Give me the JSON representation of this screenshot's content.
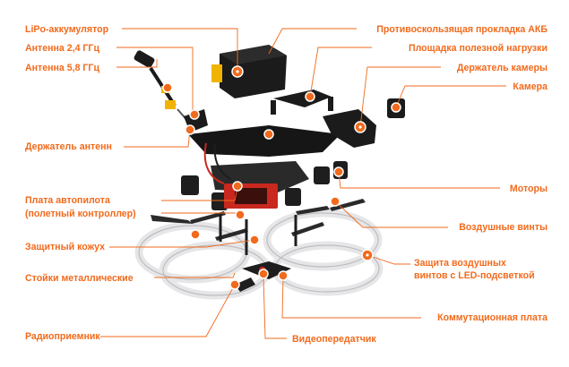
{
  "labels": {
    "lipo": "LiPo-аккумулятор",
    "ant24": "Антенна 2,4 ГГц",
    "ant58": "Антенна 5,8 ГГц",
    "ant_holder": "Держатель антенн",
    "fc_line1": "Плата автопилота",
    "fc_line2": "(полетный контроллер)",
    "guard": "Защитный кожух",
    "standoffs": "Стойки металлические",
    "receiver": "Радиоприемник",
    "pad": "Противоскользящая прокладка АКБ",
    "payload": "Площадка полезной нагрузки",
    "cam_holder": "Держатель камеры",
    "camera": "Камера",
    "motors": "Моторы",
    "props": "Воздушные винты",
    "ledguard_line1": "Защита воздушных",
    "ledguard_line2": "винтов с LED-подсветкой",
    "pdb": "Коммутационная плата",
    "vtx": "Видеопередатчик"
  },
  "colors": {
    "accent": "#f26a1c",
    "frame": "#1c1c1c",
    "guard": "#e9e9ea",
    "pcb_red": "#c8281e"
  }
}
